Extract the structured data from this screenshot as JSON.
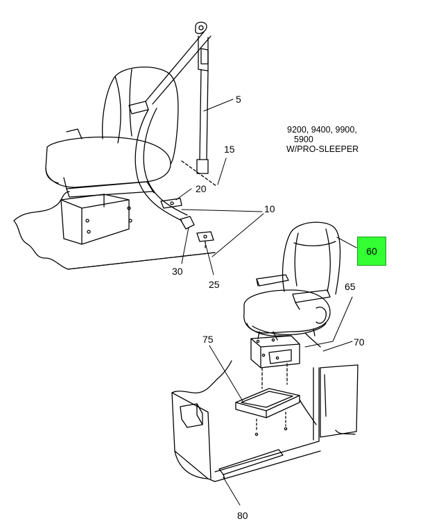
{
  "diagram": {
    "note_lines": [
      "9200, 9400, 9900,",
      "5900",
      "W/PRO-SLEEPER"
    ],
    "callouts": {
      "c5": "5",
      "c15": "15",
      "c20": "20",
      "c10": "10",
      "c30": "30",
      "c25": "25",
      "c60": "60",
      "c65": "65",
      "c70": "70",
      "c75": "75",
      "c80": "80"
    },
    "highlight_color": "#33ff33"
  }
}
